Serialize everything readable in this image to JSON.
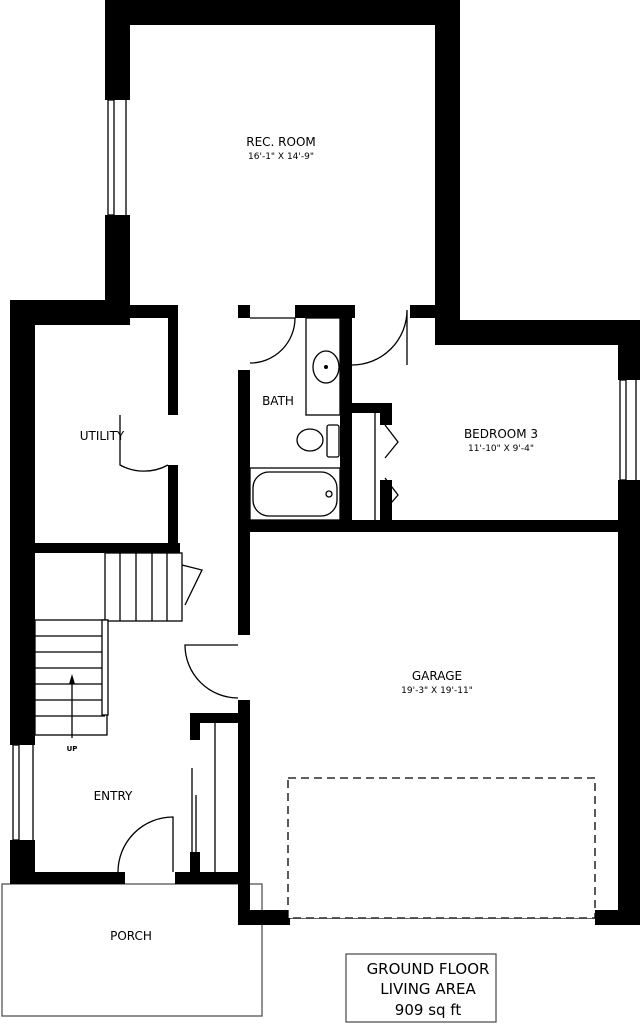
{
  "plan": {
    "rooms": {
      "rec_room": {
        "name": "REC. ROOM",
        "dims": "16'-1\" X 14'-9\""
      },
      "utility": {
        "name": "UTILITY"
      },
      "bath": {
        "name": "BATH"
      },
      "bedroom3": {
        "name": "BEDROOM 3",
        "dims": "11'-10\" X 9'-4\""
      },
      "garage": {
        "name": "GARAGE",
        "dims": "19'-3\" X 19'-11\""
      },
      "entry": {
        "name": "ENTRY"
      },
      "porch": {
        "name": "PORCH"
      }
    },
    "stair_label": "UP",
    "info_box": {
      "line1": "GROUND FLOOR",
      "line2": "LIVING AREA",
      "line3": "909 sq ft"
    }
  }
}
